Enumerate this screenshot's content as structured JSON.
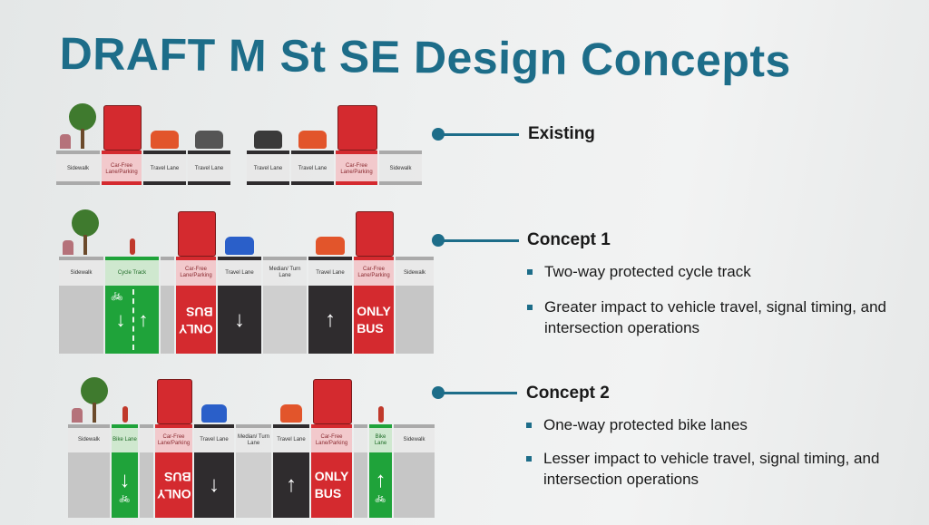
{
  "title": "DRAFT M St SE Design Concepts",
  "colors": {
    "accent": "#1d6d89",
    "bus_red": "#d42a2f",
    "bike_green": "#1fa33a",
    "asphalt": "#2f2c2e",
    "sidewalk": "#c4c4c4"
  },
  "sections": [
    {
      "heading": "Existing",
      "bullets": [],
      "lanes": [
        {
          "label": "Sidewalk",
          "type": "sidewalk"
        },
        {
          "label": "Car-Free Lane/Parking",
          "type": "bus"
        },
        {
          "label": "Travel Lane",
          "type": "travel"
        },
        {
          "label": "Travel Lane",
          "type": "travel"
        },
        {
          "label": "",
          "type": "gap"
        },
        {
          "label": "Travel Lane",
          "type": "travel"
        },
        {
          "label": "Travel Lane",
          "type": "travel"
        },
        {
          "label": "Car-Free Lane/Parking",
          "type": "bus"
        },
        {
          "label": "Sidewalk",
          "type": "sidewalk"
        }
      ]
    },
    {
      "heading": "Concept 1",
      "bullets": [
        "Two-way protected cycle track",
        "Greater impact to vehicle travel, signal timing, and intersection operations"
      ],
      "lanes": [
        {
          "label": "Sidewalk",
          "type": "sidewalk"
        },
        {
          "label": "Cycle Track",
          "type": "bike2"
        },
        {
          "label": "",
          "type": "buffer"
        },
        {
          "label": "Car-Free Lane/Parking",
          "type": "bus",
          "marking": "ONLY BUS",
          "flip": true
        },
        {
          "label": "Travel Lane",
          "type": "travel",
          "marking": "↓"
        },
        {
          "label": "Median/ Turn Lane",
          "type": "median"
        },
        {
          "label": "Travel Lane",
          "type": "travel",
          "marking": "↑"
        },
        {
          "label": "Car-Free Lane/Parking",
          "type": "bus",
          "marking": "ONLY BUS"
        },
        {
          "label": "Sidewalk",
          "type": "sidewalk"
        }
      ]
    },
    {
      "heading": "Concept 2",
      "bullets": [
        "One-way protected bike lanes",
        "Lesser impact to vehicle travel, signal timing, and intersection operations"
      ],
      "lanes": [
        {
          "label": "Sidewalk",
          "type": "sidewalk"
        },
        {
          "label": "Bike Lane",
          "type": "bike",
          "marking": "↓"
        },
        {
          "label": "",
          "type": "buffer"
        },
        {
          "label": "Car-Free Lane/Parking",
          "type": "bus",
          "marking": "ONLY BUS",
          "flip": true
        },
        {
          "label": "Travel Lane",
          "type": "travel",
          "marking": "↓"
        },
        {
          "label": "Median/ Turn Lane",
          "type": "median"
        },
        {
          "label": "Travel Lane",
          "type": "travel",
          "marking": "↑"
        },
        {
          "label": "Car-Free Lane/Parking",
          "type": "bus",
          "marking": "ONLY BUS"
        },
        {
          "label": "",
          "type": "buffer"
        },
        {
          "label": "Bike Lane",
          "type": "bike",
          "marking": "↑"
        },
        {
          "label": "Sidewalk",
          "type": "sidewalk"
        }
      ]
    }
  ]
}
